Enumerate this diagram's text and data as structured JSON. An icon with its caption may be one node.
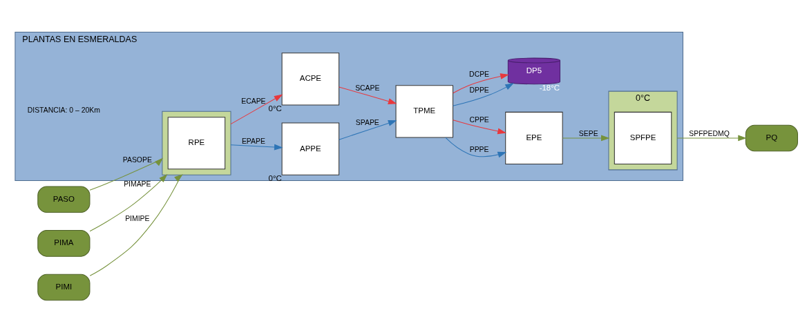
{
  "diagram": {
    "nodes": [
      {
        "text": [
          "PLANTAS EN ESMERALDAS"
        ]
      },
      {
        "text": [
          "PASO"
        ]
      },
      {
        "text": [
          "PIMA"
        ]
      },
      {
        "text": [
          "PIMI"
        ]
      },
      {
        "text": [],
        "shape": "box",
        "in": 0
      },
      {
        "text": [
          "RPE"
        ],
        "in": 4
      },
      {
        "text": [
          "APPE"
        ],
        "in": 0,
        "beside": [
          "0°C"
        ]
      },
      {
        "text": [
          "ACPE"
        ],
        "in": 0,
        "beside": [
          "0°C"
        ]
      },
      {
        "text": [
          "TPME"
        ],
        "in": 0
      },
      {
        "text": [
          "EPE"
        ],
        "in": 0
      },
      {
        "text": [
          "DP5"
        ],
        "in": 0,
        "beside": [
          "-18°C"
        ]
      },
      {
        "text": [],
        "shape": "box",
        "in": 0,
        "beside": [
          "0°C"
        ]
      },
      {
        "text": [
          "SPFPE"
        ],
        "in": 11
      },
      {
        "text": [
          "PQ"
        ]
      }
    ],
    "edges": [
      {
        "from": 1,
        "to": 4,
        "arrow": "to",
        "label": "PASOPE",
        "color": "#76923c"
      },
      {
        "from": 2,
        "to": 4,
        "arrow": "to",
        "label": "PIMAPE",
        "color": "#76923c"
      },
      {
        "from": 3,
        "to": 4,
        "arrow": "to",
        "label": "PIMIPE",
        "color": "#76923c"
      },
      {
        "from": 4,
        "to": 6,
        "arrow": "to",
        "label": "EPAPE",
        "color": "#2e75b6"
      },
      {
        "from": 4,
        "to": 7,
        "arrow": "to",
        "label": "ECAPE",
        "color": "#e8383d"
      },
      {
        "from": 6,
        "to": 8,
        "arrow": "to",
        "label": "SPAPE",
        "color": "#2e75b6"
      },
      {
        "from": 7,
        "to": 8,
        "arrow": "to",
        "label": "SCAPE",
        "color": "#e8383d"
      },
      {
        "from": 8,
        "to": 9,
        "arrow": "to",
        "label": "PPPE",
        "color": "#2e75b6"
      },
      {
        "from": 8,
        "to": 9,
        "arrow": "to",
        "label": "CPPE",
        "color": "#e8383d"
      },
      {
        "from": 8,
        "to": 10,
        "arrow": "to",
        "label": "DPPE",
        "color": "#2e75b6"
      },
      {
        "from": 8,
        "to": 10,
        "arrow": "to",
        "label": "DCPE",
        "color": "#e8383d"
      },
      {
        "from": 9,
        "to": 11,
        "arrow": "to",
        "label": "SEPE",
        "color": "#76923c"
      },
      {
        "from": 11,
        "to": 13,
        "arrow": "to",
        "label": "SPFPEDMQ",
        "color": "#76923c"
      }
    ],
    "labels": [
      "DISTANCIA: 0 – 20Km"
    ]
  }
}
